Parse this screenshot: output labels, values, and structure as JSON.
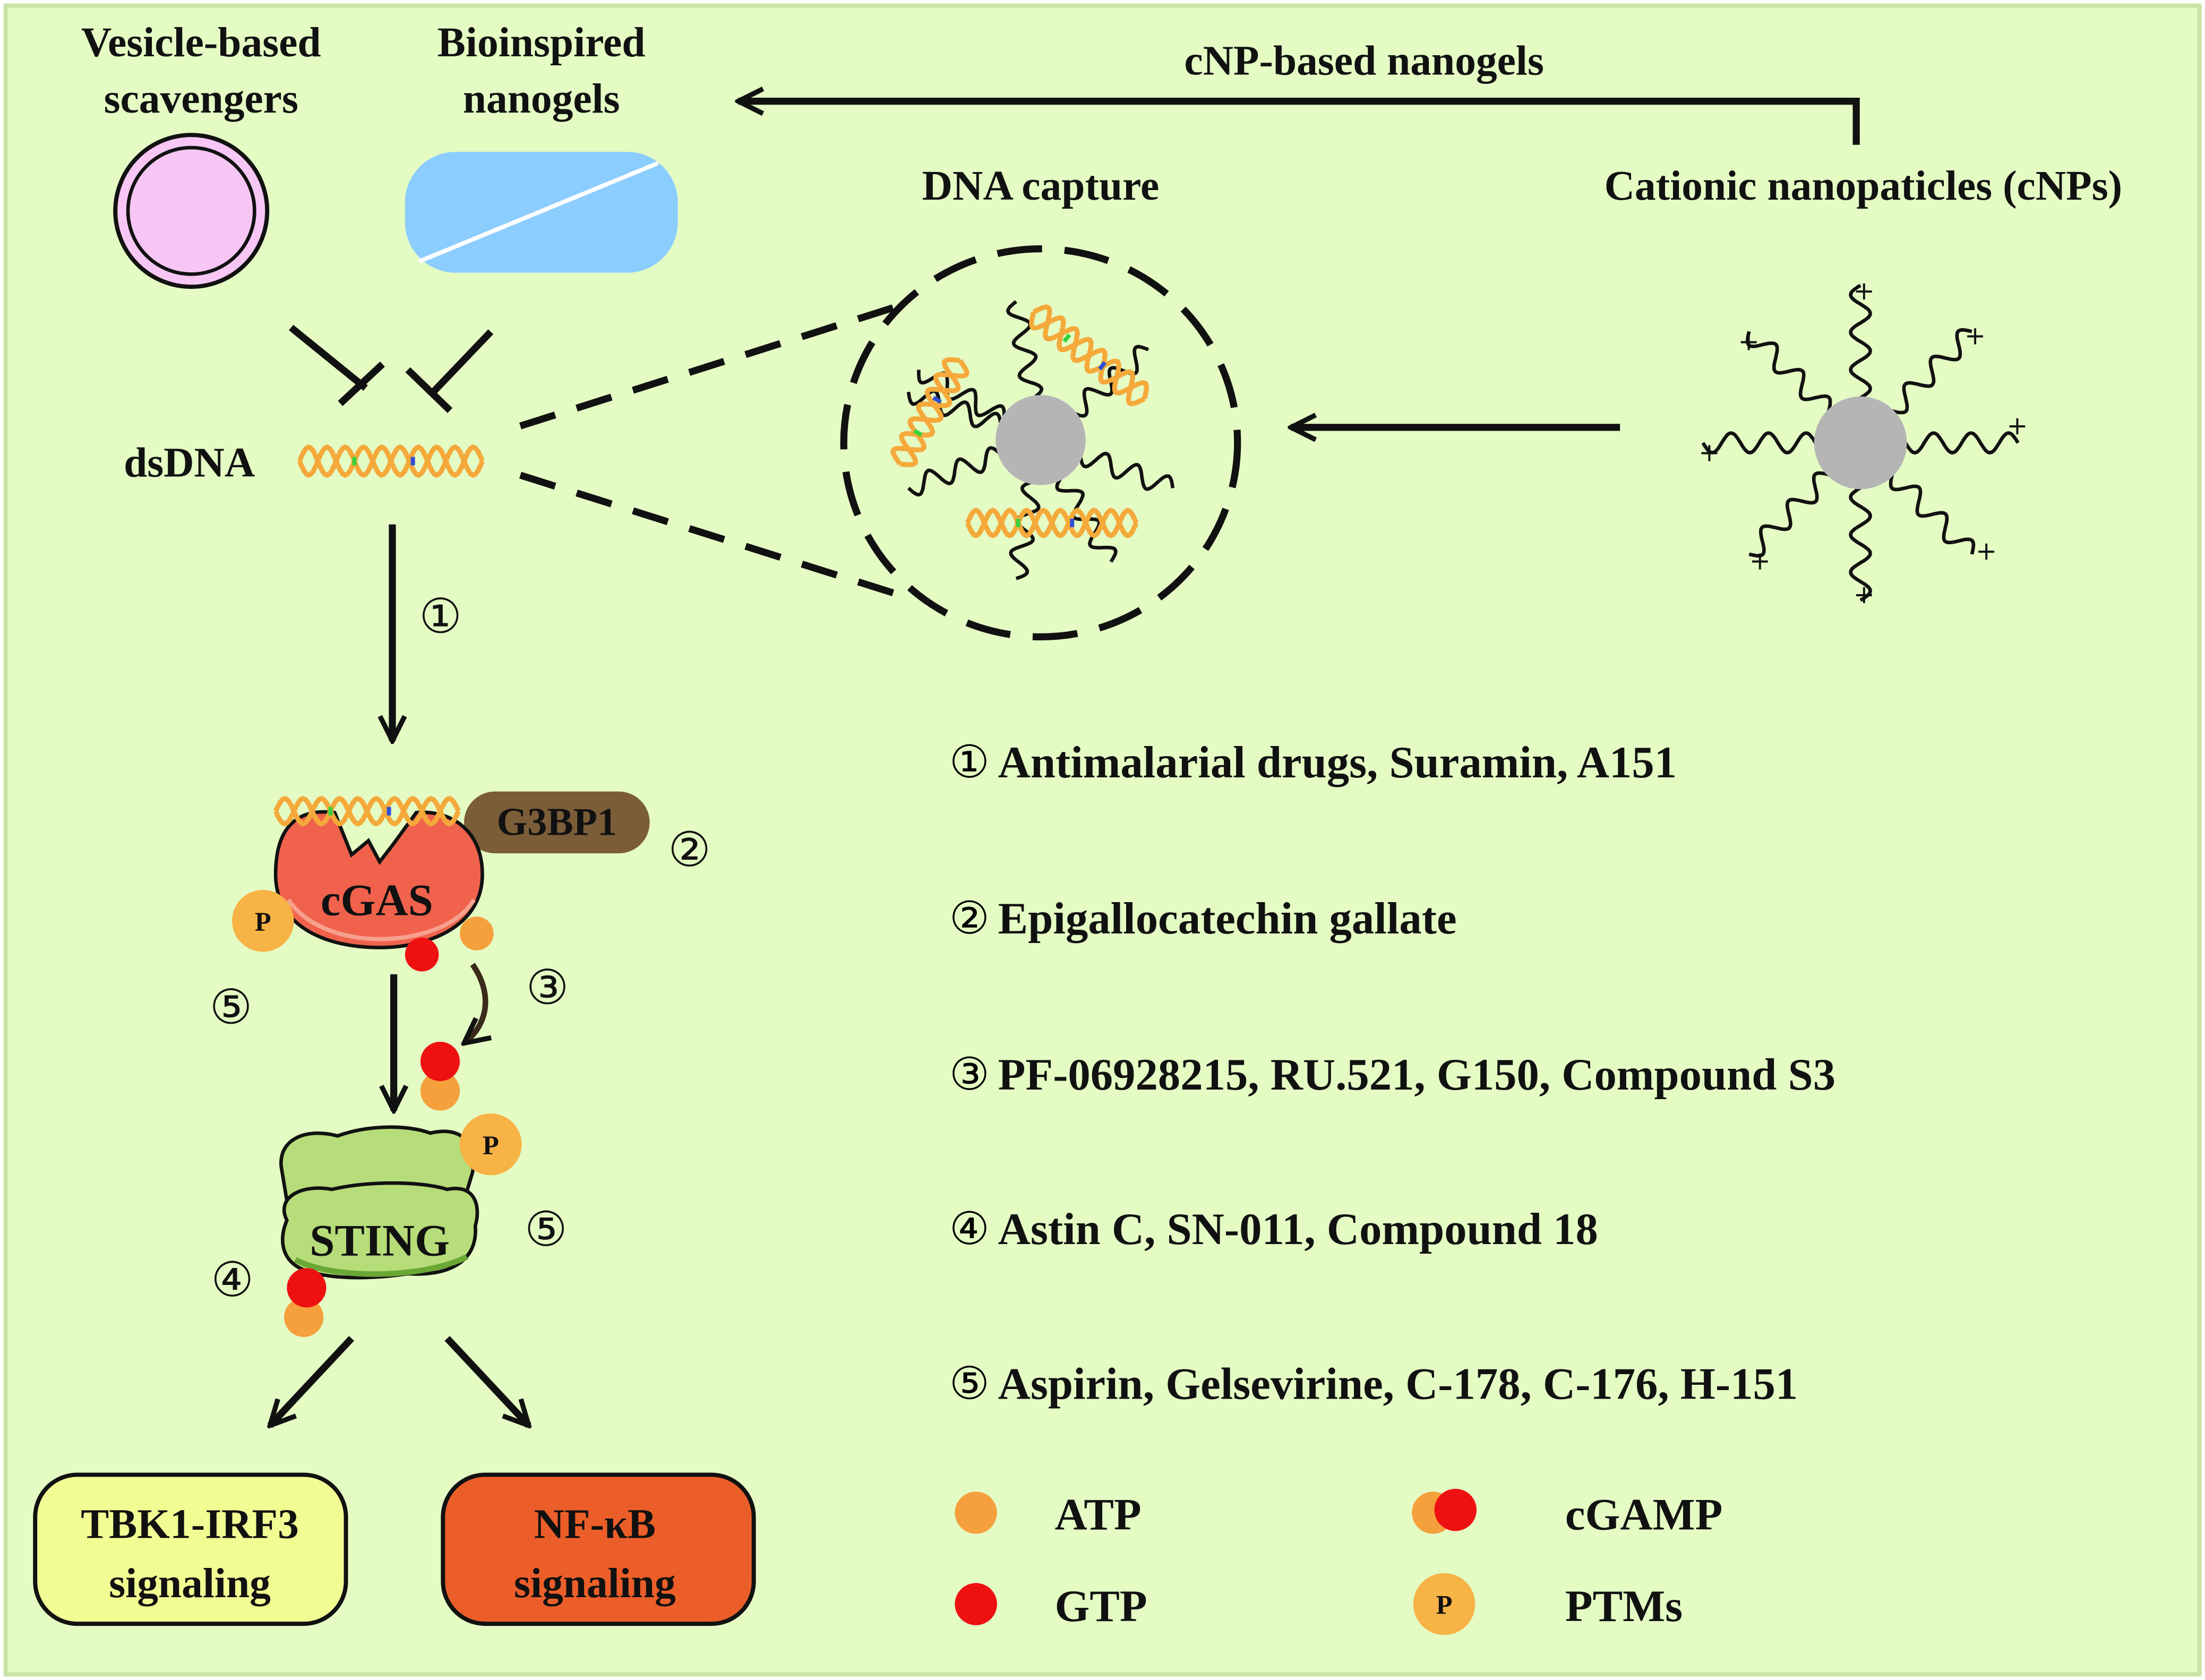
{
  "colors": {
    "background": "#e4fbc4",
    "border": "#c9e3a6",
    "vesicle_fill": "#f7c6f5",
    "nanogel_fill": "#8ccdff",
    "dna_strand": "#f5a93a",
    "np_core": "#b5b5b5",
    "g3bp1": "#7b5d38",
    "cgas": "#f0624c",
    "sting": "#b7dc7a",
    "atp": "#f5a03c",
    "gtp": "#ee1111",
    "ptm": "#f7b345",
    "tbk1_box": "#f1fc93",
    "nfkb_box": "#ec5e29"
  },
  "top": {
    "vesicle_label": [
      "Vesicle-based",
      "scavengers"
    ],
    "nanogel_label": [
      "Bioinspired",
      "nanogels"
    ],
    "cnp_nanogel_label": "cNP-based nanogels",
    "dna_capture_label": "DNA capture",
    "cnp_label": "Cationic nanopaticles (cNPs)",
    "plus_sign": "+"
  },
  "pathway": {
    "dsdna_label": "dsDNA",
    "g3bp1_label": "G3BP1",
    "cgas_label": "cGAS",
    "sting_label": "STING",
    "p_label": "P",
    "tbk1_label": [
      "TBK1-IRF3",
      "signaling"
    ],
    "nfkb_label": [
      "NF-κB",
      "signaling"
    ],
    "step_markers": {
      "s1": "①",
      "s2": "②",
      "s3": "③",
      "s4": "④",
      "s5": "⑤"
    }
  },
  "inhibitors": [
    {
      "marker": "①",
      "text": "Antimalarial drugs, Suramin, A151"
    },
    {
      "marker": "②",
      "text": "Epigallocatechin gallate"
    },
    {
      "marker": "③",
      "text": "PF-06928215, RU.521, G150, Compound S3"
    },
    {
      "marker": "④",
      "text": "Astin C, SN-011, Compound 18"
    },
    {
      "marker": "⑤",
      "text": "Aspirin, Gelsevirine, C-178, C-176, H-151"
    }
  ],
  "legend": {
    "atp": "ATP",
    "gtp": "GTP",
    "cgamp": "cGAMP",
    "ptms": "PTMs",
    "p_label": "P"
  }
}
